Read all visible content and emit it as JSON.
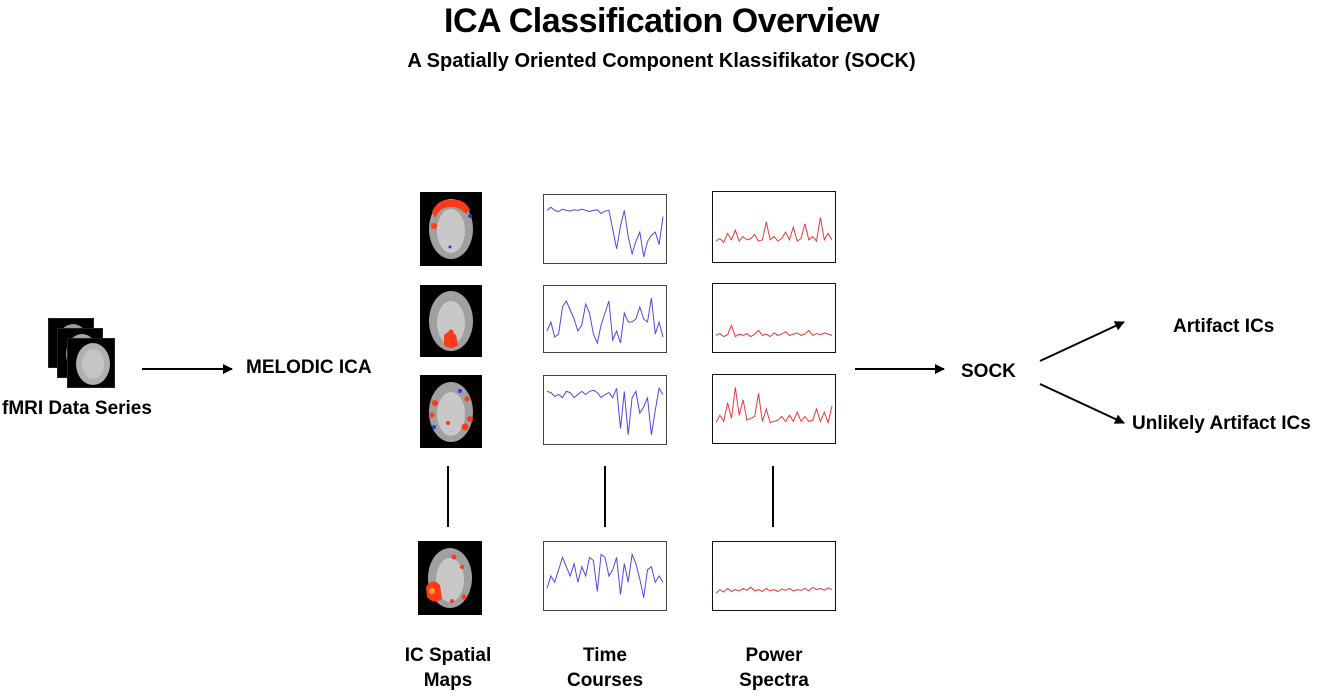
{
  "header": {
    "title": "ICA Classification Overview",
    "subtitle": "A Spatially Oriented Component Klassifikator (SOCK)"
  },
  "pipeline": {
    "input_label": "fMRI Data Series",
    "ica_label": "MELODIC ICA",
    "classifier_label": "SOCK",
    "outputs": [
      "Artifact ICs",
      "Unlikely Artifact ICs"
    ]
  },
  "columns": {
    "spatial_maps": {
      "line1": "IC Spatial",
      "line2": "Maps"
    },
    "time_courses": {
      "line1": "Time",
      "line2": "Courses"
    },
    "power_spectra": {
      "line1": "Power",
      "line2": "Spectra"
    }
  },
  "colors": {
    "time_course": "#4a4ae6",
    "power_spectrum": "#e63a3a",
    "activation": "#ff3a1a",
    "deactivation": "#2a3ad6"
  },
  "series": {
    "time_courses": [
      [
        0.2,
        0.15,
        0.2,
        0.22,
        0.18,
        0.2,
        0.21,
        0.19,
        0.2,
        0.18,
        0.2,
        0.22,
        0.2,
        0.19,
        0.25,
        0.21,
        0.2,
        0.5,
        0.82,
        0.45,
        0.2,
        0.62,
        0.9,
        0.7,
        0.55,
        0.95,
        0.7,
        0.6,
        0.55,
        0.75,
        0.3
      ],
      [
        0.7,
        0.55,
        0.8,
        0.75,
        0.3,
        0.2,
        0.35,
        0.5,
        0.7,
        0.6,
        0.25,
        0.4,
        0.75,
        0.9,
        0.6,
        0.4,
        0.2,
        0.85,
        0.7,
        0.9,
        0.4,
        0.55,
        0.55,
        0.5,
        0.3,
        0.5,
        0.55,
        0.15,
        0.75,
        0.55,
        0.8
      ],
      [
        0.2,
        0.22,
        0.28,
        0.25,
        0.3,
        0.2,
        0.22,
        0.3,
        0.25,
        0.2,
        0.25,
        0.2,
        0.18,
        0.22,
        0.3,
        0.25,
        0.22,
        0.3,
        0.15,
        0.8,
        0.2,
        0.9,
        0.3,
        0.2,
        0.55,
        0.45,
        0.3,
        0.9,
        0.5,
        0.15,
        0.25
      ],
      [
        0.7,
        0.5,
        0.6,
        0.4,
        0.2,
        0.35,
        0.5,
        0.3,
        0.6,
        0.35,
        0.5,
        0.2,
        0.25,
        0.75,
        0.15,
        0.2,
        0.5,
        0.4,
        0.2,
        0.8,
        0.3,
        0.6,
        0.15,
        0.3,
        0.55,
        0.85,
        0.4,
        0.35,
        0.6,
        0.5,
        0.6
      ]
    ],
    "power_spectra": [
      [
        0.72,
        0.68,
        0.74,
        0.6,
        0.7,
        0.55,
        0.72,
        0.65,
        0.7,
        0.68,
        0.62,
        0.72,
        0.7,
        0.42,
        0.7,
        0.65,
        0.72,
        0.68,
        0.58,
        0.7,
        0.5,
        0.72,
        0.68,
        0.45,
        0.7,
        0.65,
        0.72,
        0.35,
        0.7,
        0.6,
        0.7
      ],
      [
        0.78,
        0.75,
        0.8,
        0.77,
        0.62,
        0.8,
        0.76,
        0.78,
        0.75,
        0.8,
        0.76,
        0.7,
        0.78,
        0.76,
        0.8,
        0.74,
        0.78,
        0.76,
        0.72,
        0.78,
        0.76,
        0.74,
        0.78,
        0.76,
        0.7,
        0.78,
        0.75,
        0.77,
        0.74,
        0.76,
        0.78
      ],
      [
        0.72,
        0.6,
        0.7,
        0.4,
        0.65,
        0.15,
        0.6,
        0.35,
        0.68,
        0.65,
        0.62,
        0.25,
        0.7,
        0.5,
        0.72,
        0.7,
        0.68,
        0.62,
        0.7,
        0.6,
        0.7,
        0.55,
        0.7,
        0.62,
        0.7,
        0.68,
        0.5,
        0.7,
        0.55,
        0.72,
        0.45
      ],
      [
        0.78,
        0.72,
        0.76,
        0.7,
        0.75,
        0.72,
        0.74,
        0.7,
        0.73,
        0.68,
        0.74,
        0.72,
        0.75,
        0.7,
        0.74,
        0.72,
        0.75,
        0.71,
        0.73,
        0.7,
        0.74,
        0.72,
        0.73,
        0.7,
        0.74,
        0.68,
        0.72,
        0.7,
        0.73,
        0.69,
        0.72
      ]
    ]
  }
}
